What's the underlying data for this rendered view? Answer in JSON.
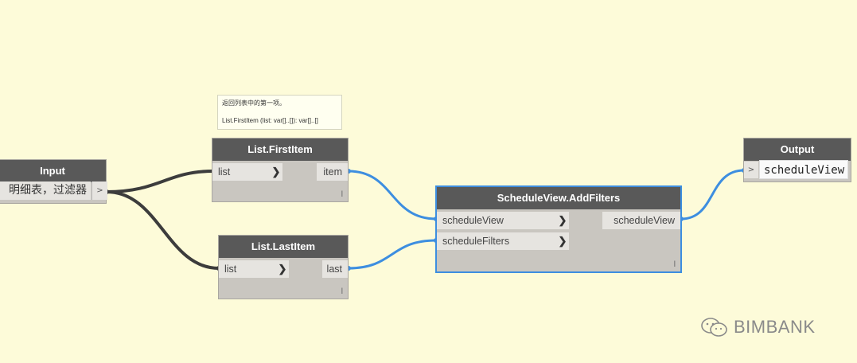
{
  "tooltip": {
    "line1": "返回列表中的第一项。",
    "line2": "List.FirstItem (list: var[]..[]): var[]..[]"
  },
  "nodes": {
    "input": {
      "title": "Input",
      "value": "明细表，过滤器",
      "button": ">"
    },
    "first_item": {
      "title": "List.FirstItem",
      "in_port": "list",
      "out_port": "item",
      "lacing": "l"
    },
    "last_item": {
      "title": "List.LastItem",
      "in_port": "list",
      "out_port": "last",
      "lacing": "l"
    },
    "add_filters": {
      "title": "ScheduleView.AddFilters",
      "in_ports": [
        "scheduleView",
        "scheduleFilters"
      ],
      "out_port": "scheduleView",
      "lacing": "l"
    },
    "output": {
      "title": "Output",
      "arrow": ">",
      "value": "scheduleView"
    }
  },
  "watermark": {
    "text": "BIMBANK",
    "icon": "wechat-icon"
  },
  "colors": {
    "background": "#fdfbd9",
    "header": "#595959",
    "wire_blue": "#3d8ee0",
    "wire_dark": "#3c3c3c"
  }
}
